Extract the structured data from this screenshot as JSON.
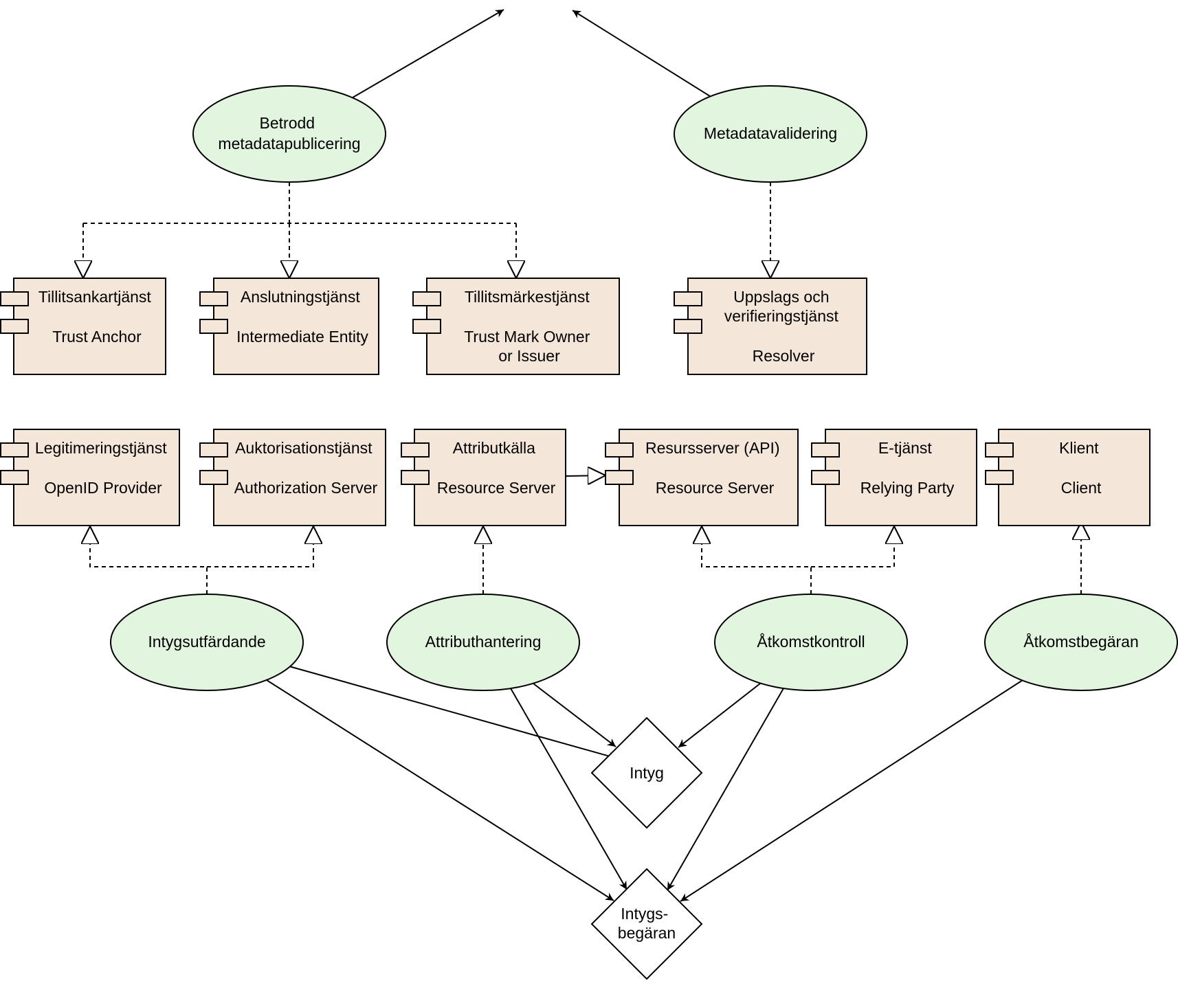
{
  "colors": {
    "ellipse_fill": "#e1f5df",
    "component_fill": "#f5e6da",
    "stroke": "#000000",
    "diamond_fill": "#ffffff"
  },
  "nodes": {
    "betrodd": {
      "lines": [
        "Betrodd",
        "metadatapublicering"
      ]
    },
    "metadatavalidering": {
      "lines": [
        "Metadatavalidering"
      ]
    },
    "tillitsankar": {
      "lines": [
        "Tillitsankartjänst",
        "",
        "Trust Anchor"
      ]
    },
    "anslutning": {
      "lines": [
        "Anslutningstjänst",
        "",
        "Intermediate Entity"
      ]
    },
    "tillitsmarke": {
      "lines": [
        "Tillitsmärkestjänst",
        "",
        "Trust Mark Owner",
        "or Issuer"
      ]
    },
    "uppslag": {
      "lines": [
        "Uppslags och",
        "verifieringstjänst",
        "",
        "Resolver"
      ]
    },
    "legitimering": {
      "lines": [
        "Legitimeringstjänst",
        "",
        "OpenID Provider"
      ]
    },
    "auktorisation": {
      "lines": [
        "Auktorisationstjänst",
        "",
        "Authorization Server"
      ]
    },
    "attributkalla": {
      "lines": [
        "Attributkälla",
        "",
        "Resource Server"
      ]
    },
    "resursserver": {
      "lines": [
        "Resursserver (API)",
        "",
        "Resource Server"
      ]
    },
    "etjanst": {
      "lines": [
        "E-tjänst",
        "",
        "Relying Party"
      ]
    },
    "klient": {
      "lines": [
        "Klient",
        "",
        "Client"
      ]
    },
    "intygsutfardande": {
      "lines": [
        "Intygsutfärdande"
      ]
    },
    "attributhantering": {
      "lines": [
        "Attributhantering"
      ]
    },
    "atkomstkontroll": {
      "lines": [
        "Åtkomstkontroll"
      ]
    },
    "atkomstbegaran": {
      "lines": [
        "Åtkomstbegäran"
      ]
    },
    "intyg": {
      "lines": [
        "Intyg"
      ]
    },
    "intygsbegaran": {
      "lines": [
        "Intygs-",
        "begäran"
      ]
    }
  },
  "icons": {
    "component": "uml-component-icon",
    "arrow": "filled-arrowhead-icon",
    "realization": "hollow-triangle-arrowhead-icon"
  }
}
